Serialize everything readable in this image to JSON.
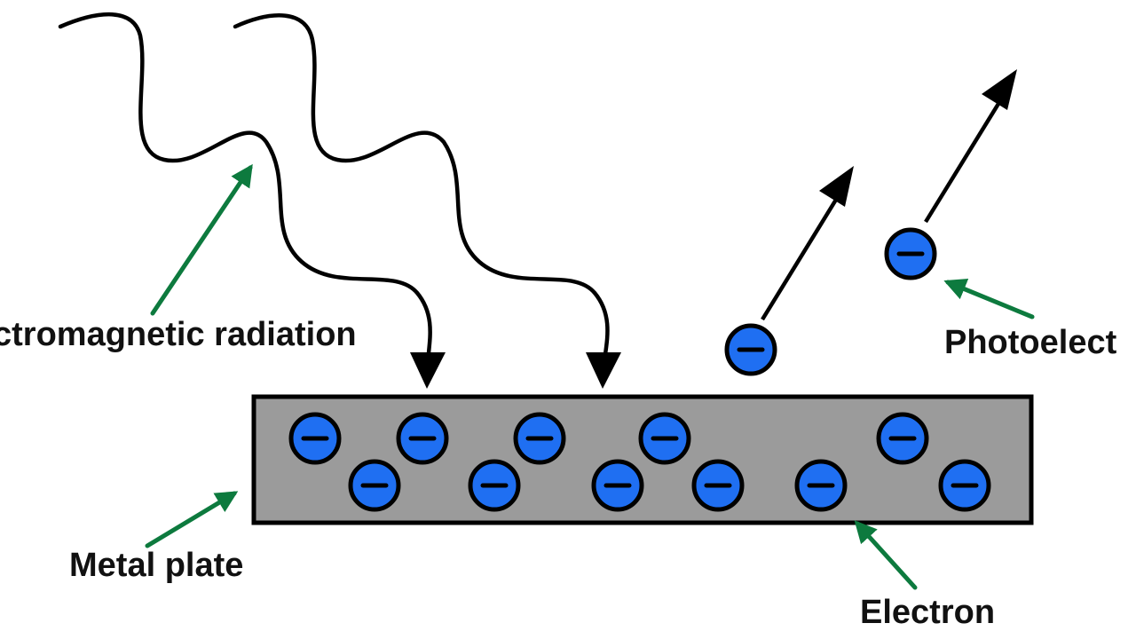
{
  "labels": {
    "radiation": "ctromagnetic radiation",
    "photoelectron": "Photoelect",
    "metal_plate": "Metal plate",
    "electron": "Electron"
  },
  "colors": {
    "plate_fill": "#9b9b9b",
    "electron_fill": "#1f6ff2",
    "pointer_green": "#0d7a3e",
    "stroke_black": "#000000"
  },
  "icons": {
    "electron": "minus-sign-circle",
    "radiation": "wavy-arrow",
    "motion": "straight-arrow"
  }
}
